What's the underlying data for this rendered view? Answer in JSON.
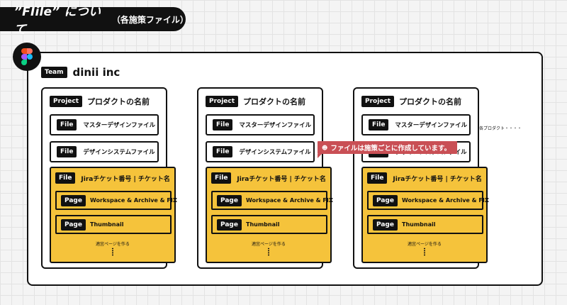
{
  "header": {
    "title": "”FIile” について",
    "subtitle": "（各施策ファイル）"
  },
  "team": {
    "tag": "Team",
    "name": "dinii inc"
  },
  "project_tag": "Project",
  "project_name": "プロダクトの名前",
  "file_tag": "File",
  "page_tag": "Page",
  "files": {
    "master": "マスターデザインファイル",
    "design_system": "デザインシステムファイル",
    "jira": "Jiraチケット番号 | チケット名"
  },
  "pages": {
    "workspace": "Workspace & Archive & FIX",
    "thumbnail": "Thumbnail"
  },
  "add_page_text": "適宜ページを作る",
  "each_project_text": "各プロダクト・・・・",
  "callout": "ファイルは施策ごとに作成しています。",
  "colors": {
    "yellow": "#f5c33b",
    "callout": "#c94f55",
    "ink": "#111111"
  },
  "icons": {
    "logo": "figma-logo-icon",
    "callout": "emoji-icon"
  }
}
